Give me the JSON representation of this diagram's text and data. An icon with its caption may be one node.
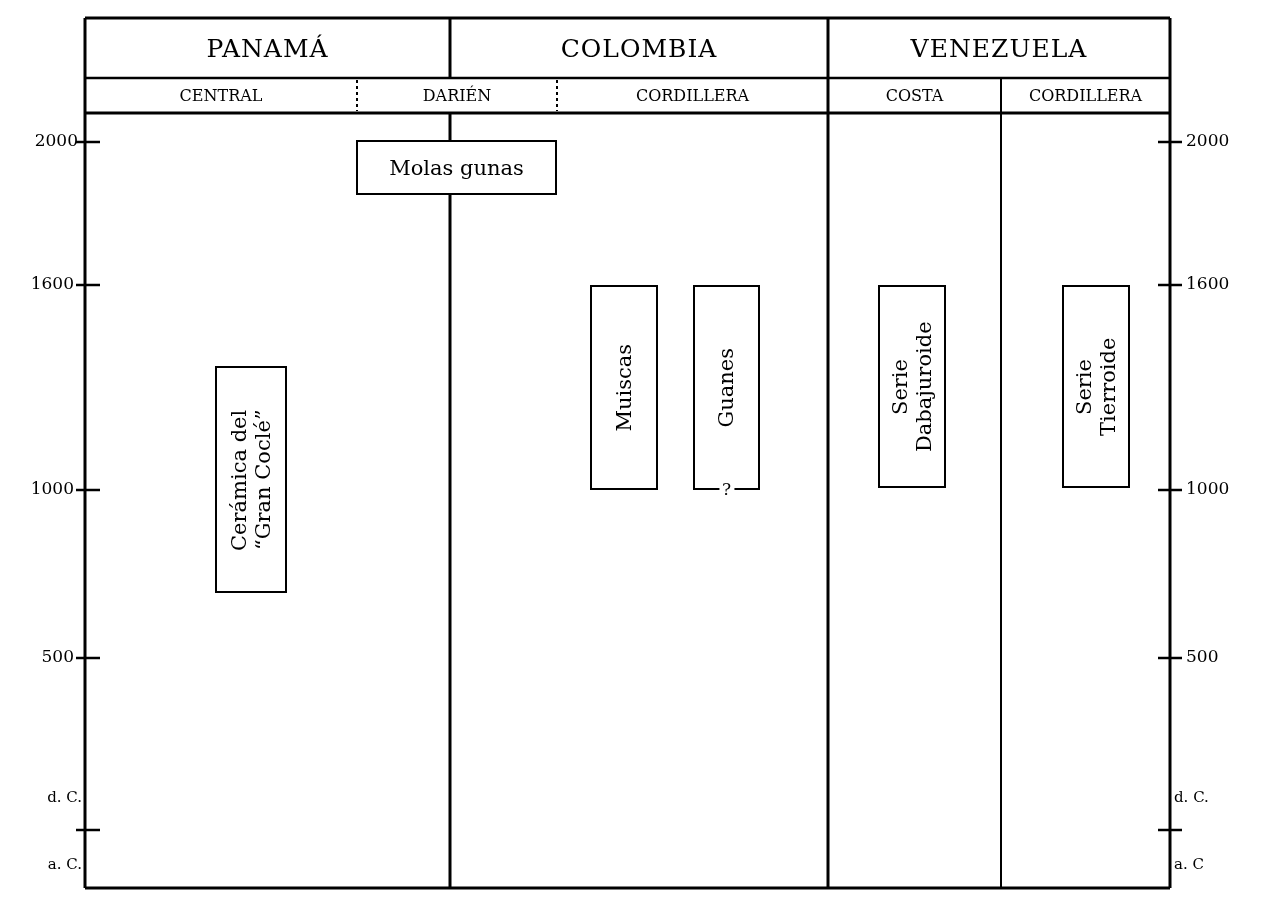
{
  "diagram": {
    "nodes": [
      {
        "text": [
          "PANAMÁ"
        ]
      },
      {
        "text": [
          "COLOMBIA"
        ]
      },
      {
        "text": [
          "VENEZUELA"
        ]
      },
      {
        "text": [
          "CENTRAL"
        ]
      },
      {
        "text": [
          "DARIÉN"
        ]
      },
      {
        "text": [
          "CORDILLERA"
        ]
      },
      {
        "text": [
          "COSTA"
        ]
      },
      {
        "text": [
          "CORDILLERA"
        ]
      },
      {
        "text": [
          "Molas gunas"
        ]
      },
      {
        "text": [
          "Cerámica del “Gran Coclé”"
        ]
      },
      {
        "text": [
          "Muiscas"
        ]
      },
      {
        "text": [
          "Guanes",
          "?"
        ]
      },
      {
        "text": [
          "Serie Dabajuroide"
        ]
      },
      {
        "text": [
          "Serie Tierroide"
        ]
      }
    ],
    "edges": [],
    "labels": [
      "2000",
      "2000",
      "1600",
      "1600",
      "1000",
      "1000",
      "500",
      "500",
      "d. C.",
      "d. C.",
      "a. C.",
      "a. C"
    ]
  }
}
